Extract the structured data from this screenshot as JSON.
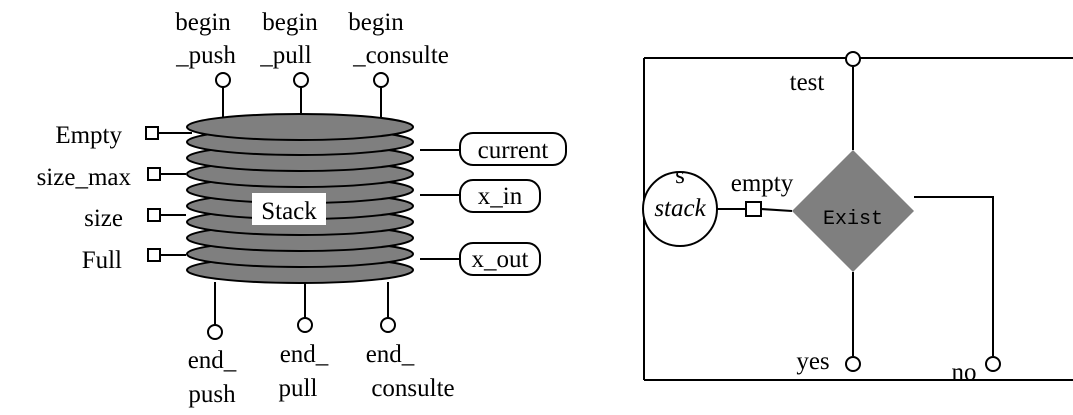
{
  "stack_diagram": {
    "title": "Stack",
    "top_ports": [
      {
        "line1": "begin",
        "line2": "_push"
      },
      {
        "line1": "begin",
        "line2": "_pull"
      },
      {
        "line1": "begin",
        "line2": "_consulte"
      }
    ],
    "bottom_ports": [
      {
        "line1": "end_",
        "line2": "push"
      },
      {
        "line1": "end_",
        "line2": "pull"
      },
      {
        "line1": "end_",
        "line2": "consulte"
      }
    ],
    "left_ports": [
      "Empty",
      "size_max",
      "size",
      "Full"
    ],
    "right_ports": [
      "current",
      "x_in",
      "x_out"
    ],
    "disk_color": "#7f7f7f"
  },
  "test_diagram": {
    "object_name": "s",
    "object_type": "stack",
    "port_label": "empty",
    "diamond_label": "Exist",
    "test_label": "test",
    "yes_label": "yes",
    "no_label": "no",
    "diamond_color": "#7f7f7f"
  }
}
